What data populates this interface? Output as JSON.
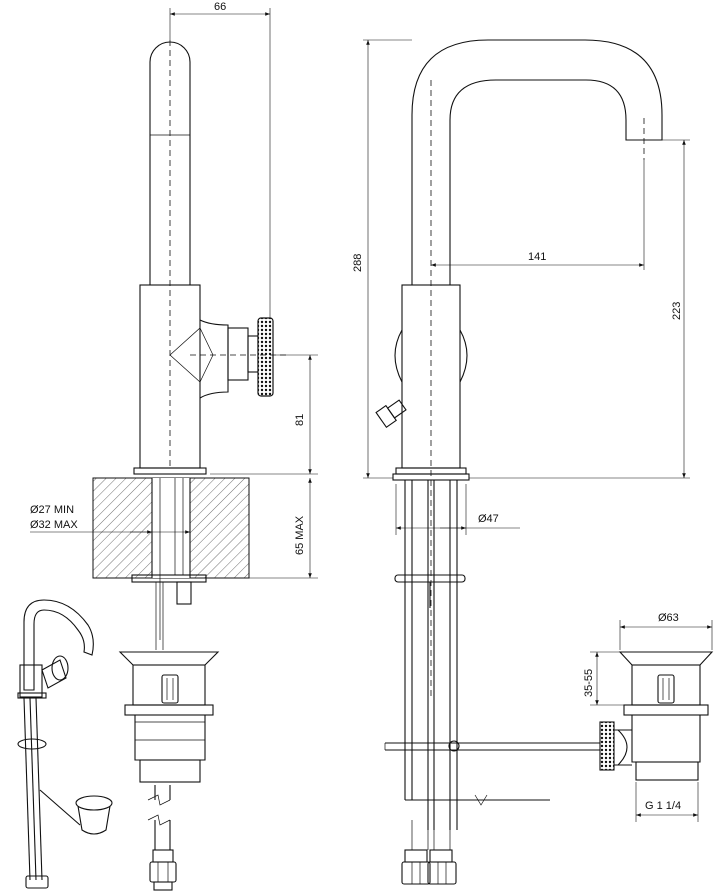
{
  "drawing": {
    "dimensions": {
      "spout_offset": "66",
      "height_total": "288",
      "spout_reach": "141",
      "spout_height": "223",
      "handle_height": "81",
      "deck_thickness": "65 MAX",
      "hole_min": "Ø27 MIN",
      "hole_max": "Ø32 MAX",
      "base_diameter": "Ø47",
      "waste_diameter": "Ø63",
      "waste_height": "35-55",
      "waste_thread": "G 1 1/4"
    }
  }
}
